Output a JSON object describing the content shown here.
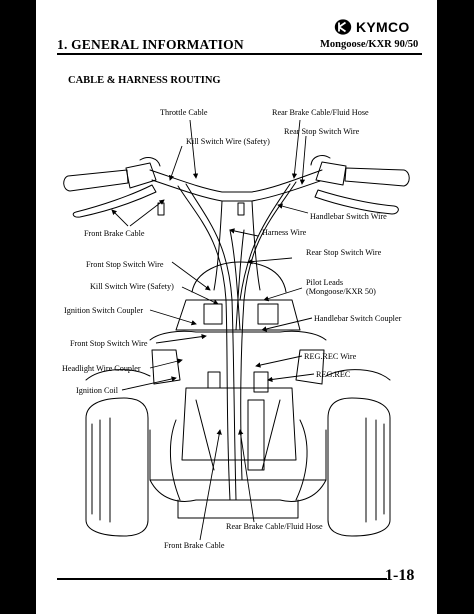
{
  "header": {
    "brand": "KYMCO",
    "title": "1. GENERAL INFORMATION",
    "model": "Mongoose/KXR 90/50"
  },
  "section_title": "CABLE & HARNESS ROUTING",
  "labels": {
    "throttle_cable": "Throttle Cable",
    "rear_brake_cable_top": "Rear Brake Cable/Fluid Hose",
    "kill_switch_wire_top": "Kill Switch Wire (Safety)",
    "rear_stop_switch_wire_top": "Rear Stop Switch Wire",
    "handlebar_switch_wire": "Handlebar Switch Wire",
    "front_brake_cable_upper": "Front Brake Cable",
    "harness_wire": "Harness Wire",
    "rear_stop_switch_wire_mid": "Rear Stop Switch Wire",
    "front_stop_switch_wire_upper": "Front Stop Switch Wire",
    "kill_switch_wire_mid": "Kill Switch Wire (Safety)",
    "pilot_leads_1": "Pilot Leads",
    "pilot_leads_2": "(Mongoose/KXR 50)",
    "ignition_switch_coupler": "Ignition Switch Coupler",
    "handlebar_switch_coupler": "Handlebar Switch Coupler",
    "front_stop_switch_wire_lower": "Front Stop Switch Wire",
    "reg_rec_wire": "REG.REC Wire",
    "headlight_wire_coupler": "Headlight Wire Coupler",
    "reg_rec": "REG.REC",
    "ignition_coil": "Ignition Coil",
    "rear_brake_cable_bottom": "Rear Brake Cable/Fluid Hose",
    "front_brake_cable_bottom": "Front Brake Cable"
  },
  "footer": {
    "page_number": "1-18"
  }
}
